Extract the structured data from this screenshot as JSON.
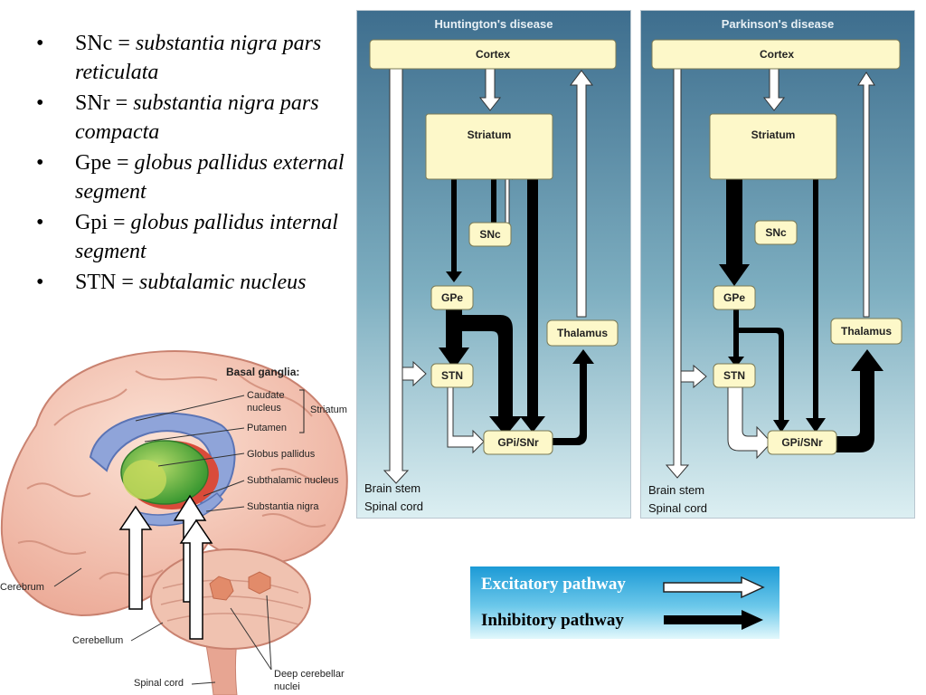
{
  "bullets": [
    {
      "abbr": "SNc =",
      "full": "substantia nigra pars reticulata"
    },
    {
      "abbr": "SNr =",
      "full": "substantia nigra pars compacta"
    },
    {
      "abbr": "Gpe =",
      "full": "globus pallidus external segment"
    },
    {
      "abbr": "Gpi =",
      "full": "globus pallidus internal segment"
    },
    {
      "abbr": "STN =",
      "full": "subtalamic nucleus"
    }
  ],
  "brain": {
    "heading": "Basal ganglia:",
    "labels": {
      "caudate": [
        "Caudate",
        "nucleus"
      ],
      "putamen": "Putamen",
      "striatum": "Striatum",
      "globus": "Globus pallidus",
      "subthalamic": "Subthalamic nucleus",
      "nigra": "Substantia nigra",
      "cerebrum": "Cerebrum",
      "cerebellum": "Cerebellum",
      "spinal": "Spinal cord",
      "deep": [
        "Deep cerebellar",
        "nuclei"
      ]
    }
  },
  "panels": [
    {
      "id": "hd",
      "title": "Huntington's disease",
      "nodes": {
        "cortex": "Cortex",
        "striatum": "Striatum",
        "snc": "SNc",
        "gpe": "GPe",
        "stn": "STN",
        "gpi": "GPi/SNr",
        "thalamus": "Thalamus"
      },
      "bottom": [
        "Brain stem",
        "Spinal cord"
      ]
    },
    {
      "id": "pd",
      "title": "Parkinson's disease",
      "nodes": {
        "cortex": "Cortex",
        "striatum": "Striatum",
        "snc": "SNc",
        "gpe": "GPe",
        "stn": "STN",
        "gpi": "GPi/SNr",
        "thalamus": "Thalamus"
      },
      "bottom": [
        "Brain stem",
        "Spinal cord"
      ]
    }
  ],
  "legend": {
    "excitatory": "Excitatory pathway",
    "inhibitory": "Inhibitory pathway"
  },
  "colors": {
    "panel_top": "#3e6e8e",
    "panel_bottom": "#d9eef2",
    "node_fill": "#fdf8c9",
    "excitatory": "#ffffff",
    "inhibitory": "#000000"
  }
}
